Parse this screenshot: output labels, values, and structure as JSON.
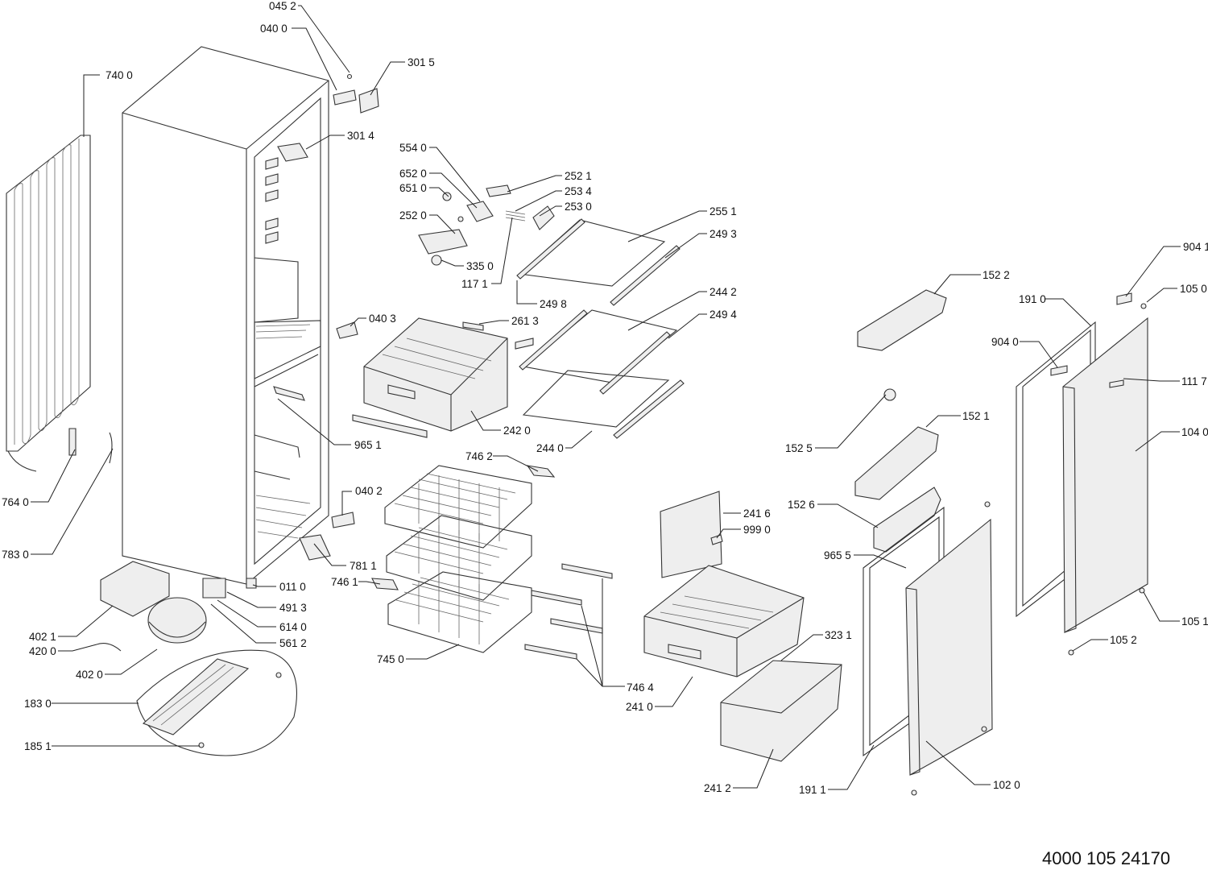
{
  "diagram": {
    "drawing_number": "4000 105 24170",
    "callouts": [
      {
        "id": "c045-2",
        "text": "045 2"
      },
      {
        "id": "c040-0",
        "text": "040 0"
      },
      {
        "id": "c301-5",
        "text": "301 5"
      },
      {
        "id": "c740-0",
        "text": "740 0"
      },
      {
        "id": "c301-4",
        "text": "301 4"
      },
      {
        "id": "c554-0",
        "text": "554 0"
      },
      {
        "id": "c652-0",
        "text": "652 0"
      },
      {
        "id": "c651-0",
        "text": "651 0"
      },
      {
        "id": "c252-1",
        "text": "252 1"
      },
      {
        "id": "c253-4",
        "text": "253 4"
      },
      {
        "id": "c253-0",
        "text": "253 0"
      },
      {
        "id": "c252-0",
        "text": "252 0"
      },
      {
        "id": "c255-1",
        "text": "255 1"
      },
      {
        "id": "c249-3",
        "text": "249 3"
      },
      {
        "id": "c335-0",
        "text": "335 0"
      },
      {
        "id": "c117-1",
        "text": "117 1"
      },
      {
        "id": "c249-8",
        "text": "249 8"
      },
      {
        "id": "c244-2",
        "text": "244 2"
      },
      {
        "id": "c040-3",
        "text": "040 3"
      },
      {
        "id": "c261-3",
        "text": "261 3"
      },
      {
        "id": "c249-4",
        "text": "249 4"
      },
      {
        "id": "c242-0",
        "text": "242 0"
      },
      {
        "id": "c244-0",
        "text": "244 0"
      },
      {
        "id": "c965-1",
        "text": "965 1"
      },
      {
        "id": "c746-2",
        "text": "746 2"
      },
      {
        "id": "c040-2",
        "text": "040 2"
      },
      {
        "id": "c764-0",
        "text": "764 0"
      },
      {
        "id": "c783-0",
        "text": "783 0"
      },
      {
        "id": "c781-1",
        "text": "781 1"
      },
      {
        "id": "c746-1",
        "text": "746 1"
      },
      {
        "id": "c011-0",
        "text": "011 0"
      },
      {
        "id": "c491-3",
        "text": "491 3"
      },
      {
        "id": "c614-0",
        "text": "614 0"
      },
      {
        "id": "c561-2",
        "text": "561 2"
      },
      {
        "id": "c402-1",
        "text": "402 1"
      },
      {
        "id": "c420-0",
        "text": "420 0"
      },
      {
        "id": "c402-0",
        "text": "402 0"
      },
      {
        "id": "c745-0",
        "text": "745 0"
      },
      {
        "id": "c746-4",
        "text": "746 4"
      },
      {
        "id": "c183-0",
        "text": "183 0"
      },
      {
        "id": "c185-1",
        "text": "185 1"
      },
      {
        "id": "c241-6",
        "text": "241 6"
      },
      {
        "id": "c999-0",
        "text": "999 0"
      },
      {
        "id": "c241-0",
        "text": "241 0"
      },
      {
        "id": "c323-1",
        "text": "323 1"
      },
      {
        "id": "c241-2",
        "text": "241 2"
      },
      {
        "id": "c152-2",
        "text": "152 2"
      },
      {
        "id": "c152-1",
        "text": "152 1"
      },
      {
        "id": "c152-5",
        "text": "152 5"
      },
      {
        "id": "c152-6",
        "text": "152 6"
      },
      {
        "id": "c965-5",
        "text": "965 5"
      },
      {
        "id": "c191-1",
        "text": "191 1"
      },
      {
        "id": "c102-0",
        "text": "102 0"
      },
      {
        "id": "c904-1",
        "text": "904 1"
      },
      {
        "id": "c105-0",
        "text": "105 0"
      },
      {
        "id": "c191-0",
        "text": "191 0"
      },
      {
        "id": "c904-0",
        "text": "904 0"
      },
      {
        "id": "c111-7",
        "text": "111 7"
      },
      {
        "id": "c104-0",
        "text": "104 0"
      },
      {
        "id": "c105-1",
        "text": "105 1"
      },
      {
        "id": "c105-2",
        "text": "105 2"
      }
    ]
  }
}
